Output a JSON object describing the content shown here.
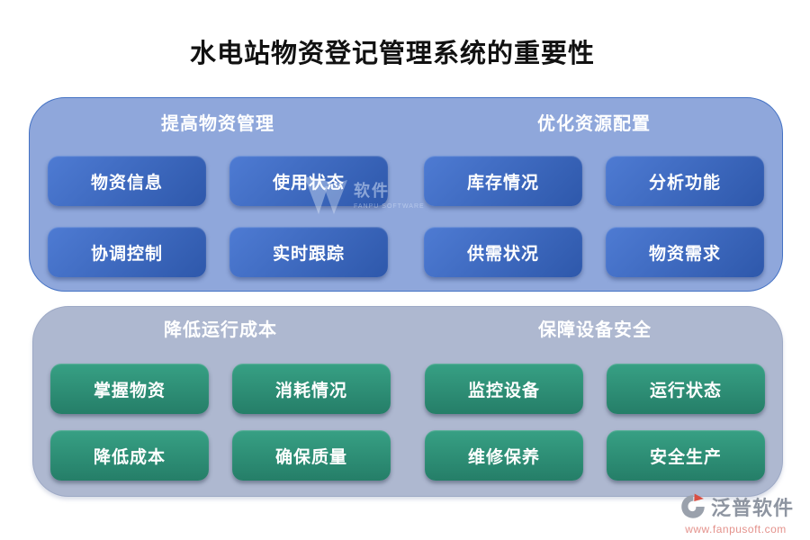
{
  "title": "水电站物资登记管理系统的重要性",
  "panels": [
    {
      "name": "top-panel",
      "groups": [
        {
          "header": "提高物资管理",
          "buttons": [
            "物资信息",
            "使用状态",
            "协调控制",
            "实时跟踪"
          ]
        },
        {
          "header": "优化资源配置",
          "buttons": [
            "库存情况",
            "分析功能",
            "供需状况",
            "物资需求"
          ]
        }
      ]
    },
    {
      "name": "bottom-panel",
      "groups": [
        {
          "header": "降低运行成本",
          "buttons": [
            "掌握物资",
            "消耗情况",
            "降低成本",
            "确保质量"
          ]
        },
        {
          "header": "保障设备安全",
          "buttons": [
            "监控设备",
            "运行状态",
            "维修保养",
            "安全生产"
          ]
        }
      ]
    }
  ],
  "watermark": {
    "text": "软件",
    "subtext": "FANPU SOFTWARE"
  },
  "logo": {
    "name": "泛普软件",
    "url": "www.fanpusoft.com"
  },
  "colors": {
    "title_text": "#111111",
    "top_panel_bg": "#8FA7DB",
    "top_panel_border": "#4472C4",
    "blue_button_start": "#4E7BD3",
    "blue_button_end": "#2E58AB",
    "bottom_panel_bg": "#AEB8D0",
    "bottom_panel_border": "#9DA9C5",
    "teal_button_start": "#37A084",
    "teal_button_end": "#257E68",
    "button_text": "#FFFFFF",
    "logo_text": "#8E95A1",
    "logo_url": "#E4928C",
    "logo_red": "#D94F43",
    "logo_gray": "#9AA1AC"
  }
}
